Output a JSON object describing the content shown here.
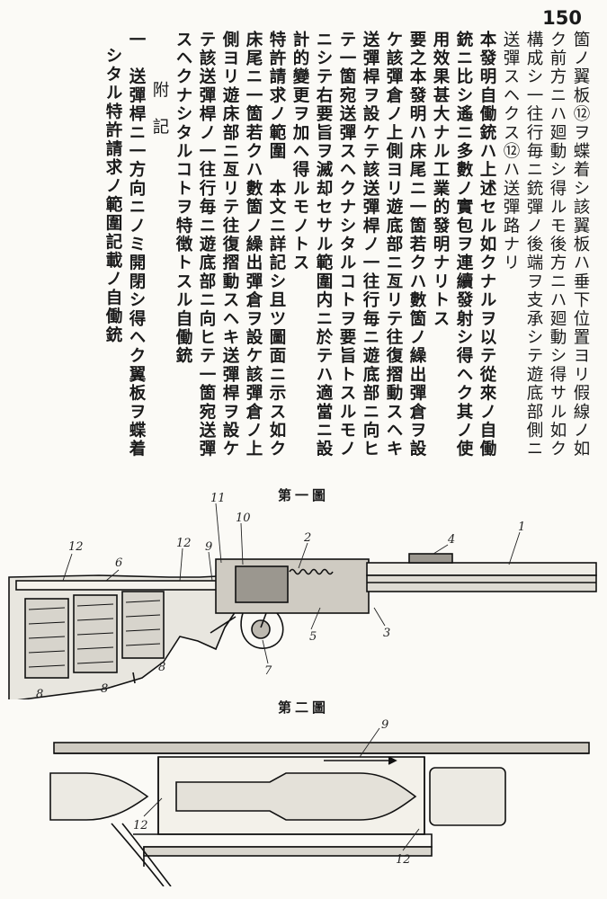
{
  "page": {
    "number": "150"
  },
  "lines": [
    "箇ノ翼板⑫ヲ蝶着シ該翼板ハ垂下位置ヨリ假線ノ如",
    "ク前方ニハ廻動シ得ルモ後方ニハ廻動シ得サル如ク",
    "構成シ一往行毎ニ銃彈ノ後端ヲ支承シテ遊底部側ニ",
    "送彈スヘクス⑫ハ送彈路ナリ",
    "本發明自働銃ハ上述セル如クナルヲ以テ從來ノ自働",
    "銃ニ比シ遙ニ多數ノ實包ヲ連續發射シ得ヘク其ノ使",
    "用效果甚大ナル工業的發明ナリトス",
    "要之本發明ハ床尾ニ一箇若クハ數箇ノ繰出彈倉ヲ設",
    "ケ該彈倉ノ上側ヨリ遊底部ニ亙リテ往復摺動スヘキ",
    "送彈桿ヲ設ケテ該送彈桿ノ一往行毎ニ遊底部ニ向ヒ",
    "テ一箇宛送彈スヘクナシタルコトヲ要旨トスルモノ",
    "ニシテ右要旨ヲ滅却セサル範圍内ニ於テハ適當ニ設",
    "計的變更ヲ加ヘ得ルモノトス",
    "特許請求ノ範圍　本文ニ詳記シ且ツ圖面ニ示ス如ク",
    "床尾ニ一箇若クハ數箇ノ繰出彈倉ヲ設ケ該彈倉ノ上",
    "側ヨリ遊床部ニ亙リテ往復摺動スヘキ送彈桿ヲ設ケ",
    "テ該送彈桿ノ一往行毎ニ遊底部ニ向ヒテ一箇宛送彈",
    "スヘクナシタルコトヲ特徴トスル自働銃",
    "附　記",
    "一　送彈桿ニ一方向ニノミ開閉シ得ヘク翼板ヲ蝶着",
    "シタル特許請求ノ範圍記載ノ自働銃"
  ],
  "figures": {
    "fig1_title": "第一圖",
    "fig2_title": "第二圖",
    "fig1_callouts": [
      "12",
      "6",
      "11",
      "10",
      "2",
      "4",
      "1",
      "12",
      "9",
      "5",
      "3",
      "7",
      "8",
      "8",
      "8"
    ],
    "fig2_callouts": [
      "9",
      "12",
      "12"
    ]
  }
}
